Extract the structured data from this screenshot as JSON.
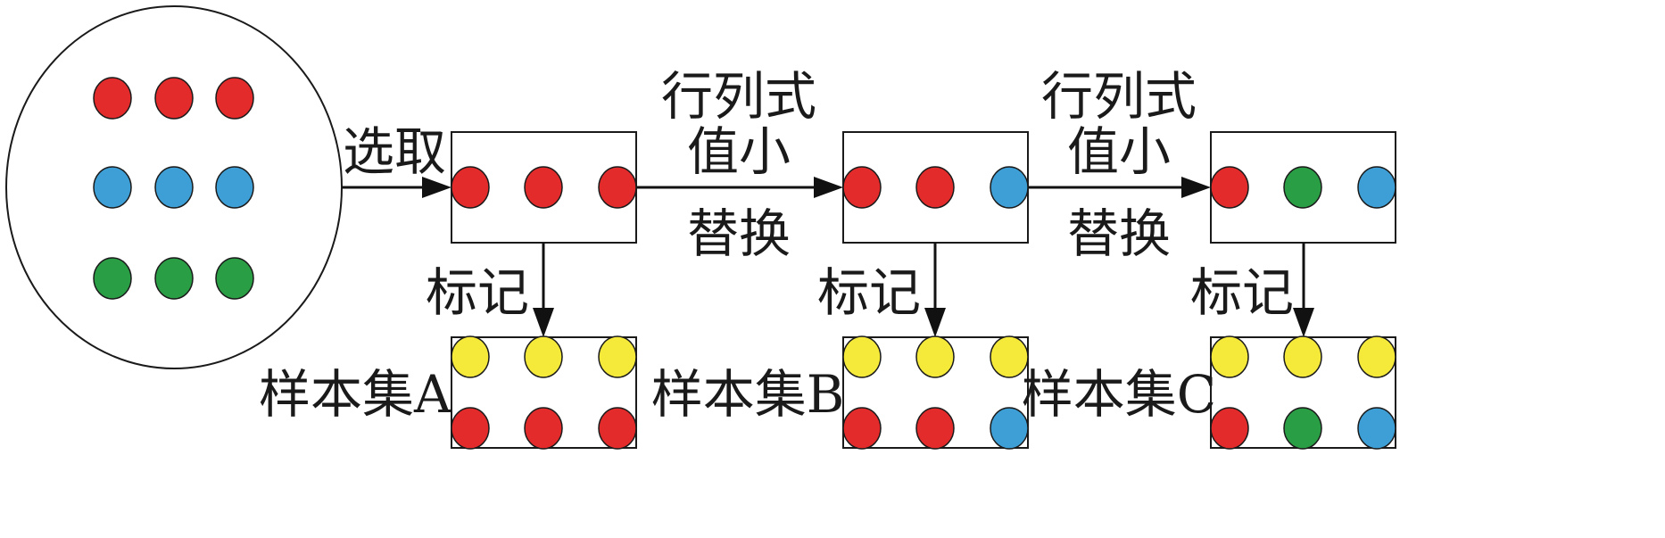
{
  "colors": {
    "red": "#e32b2b",
    "blue": "#3d9fd6",
    "green": "#2a9e45",
    "yellow": "#f5e93a"
  },
  "labels": {
    "select": "选取",
    "replace_top_1": "行列式",
    "replace_top_2": "值小",
    "replace_bottom": "替换",
    "mark": "标记",
    "sample_a": "样本集A",
    "sample_b": "样本集B",
    "sample_c": "样本集C"
  },
  "pool": {
    "rows": [
      [
        "red",
        "red",
        "red"
      ],
      [
        "blue",
        "blue",
        "blue"
      ],
      [
        "green",
        "green",
        "green"
      ]
    ]
  },
  "stages": [
    {
      "candidates": [
        "red",
        "red",
        "red"
      ],
      "sample_top": [
        "yellow",
        "yellow",
        "yellow"
      ],
      "sample_bottom": [
        "red",
        "red",
        "red"
      ]
    },
    {
      "candidates": [
        "red",
        "red",
        "blue"
      ],
      "sample_top": [
        "yellow",
        "yellow",
        "yellow"
      ],
      "sample_bottom": [
        "red",
        "red",
        "blue"
      ]
    },
    {
      "candidates": [
        "red",
        "green",
        "blue"
      ],
      "sample_top": [
        "yellow",
        "yellow",
        "yellow"
      ],
      "sample_bottom": [
        "red",
        "green",
        "blue"
      ]
    }
  ]
}
